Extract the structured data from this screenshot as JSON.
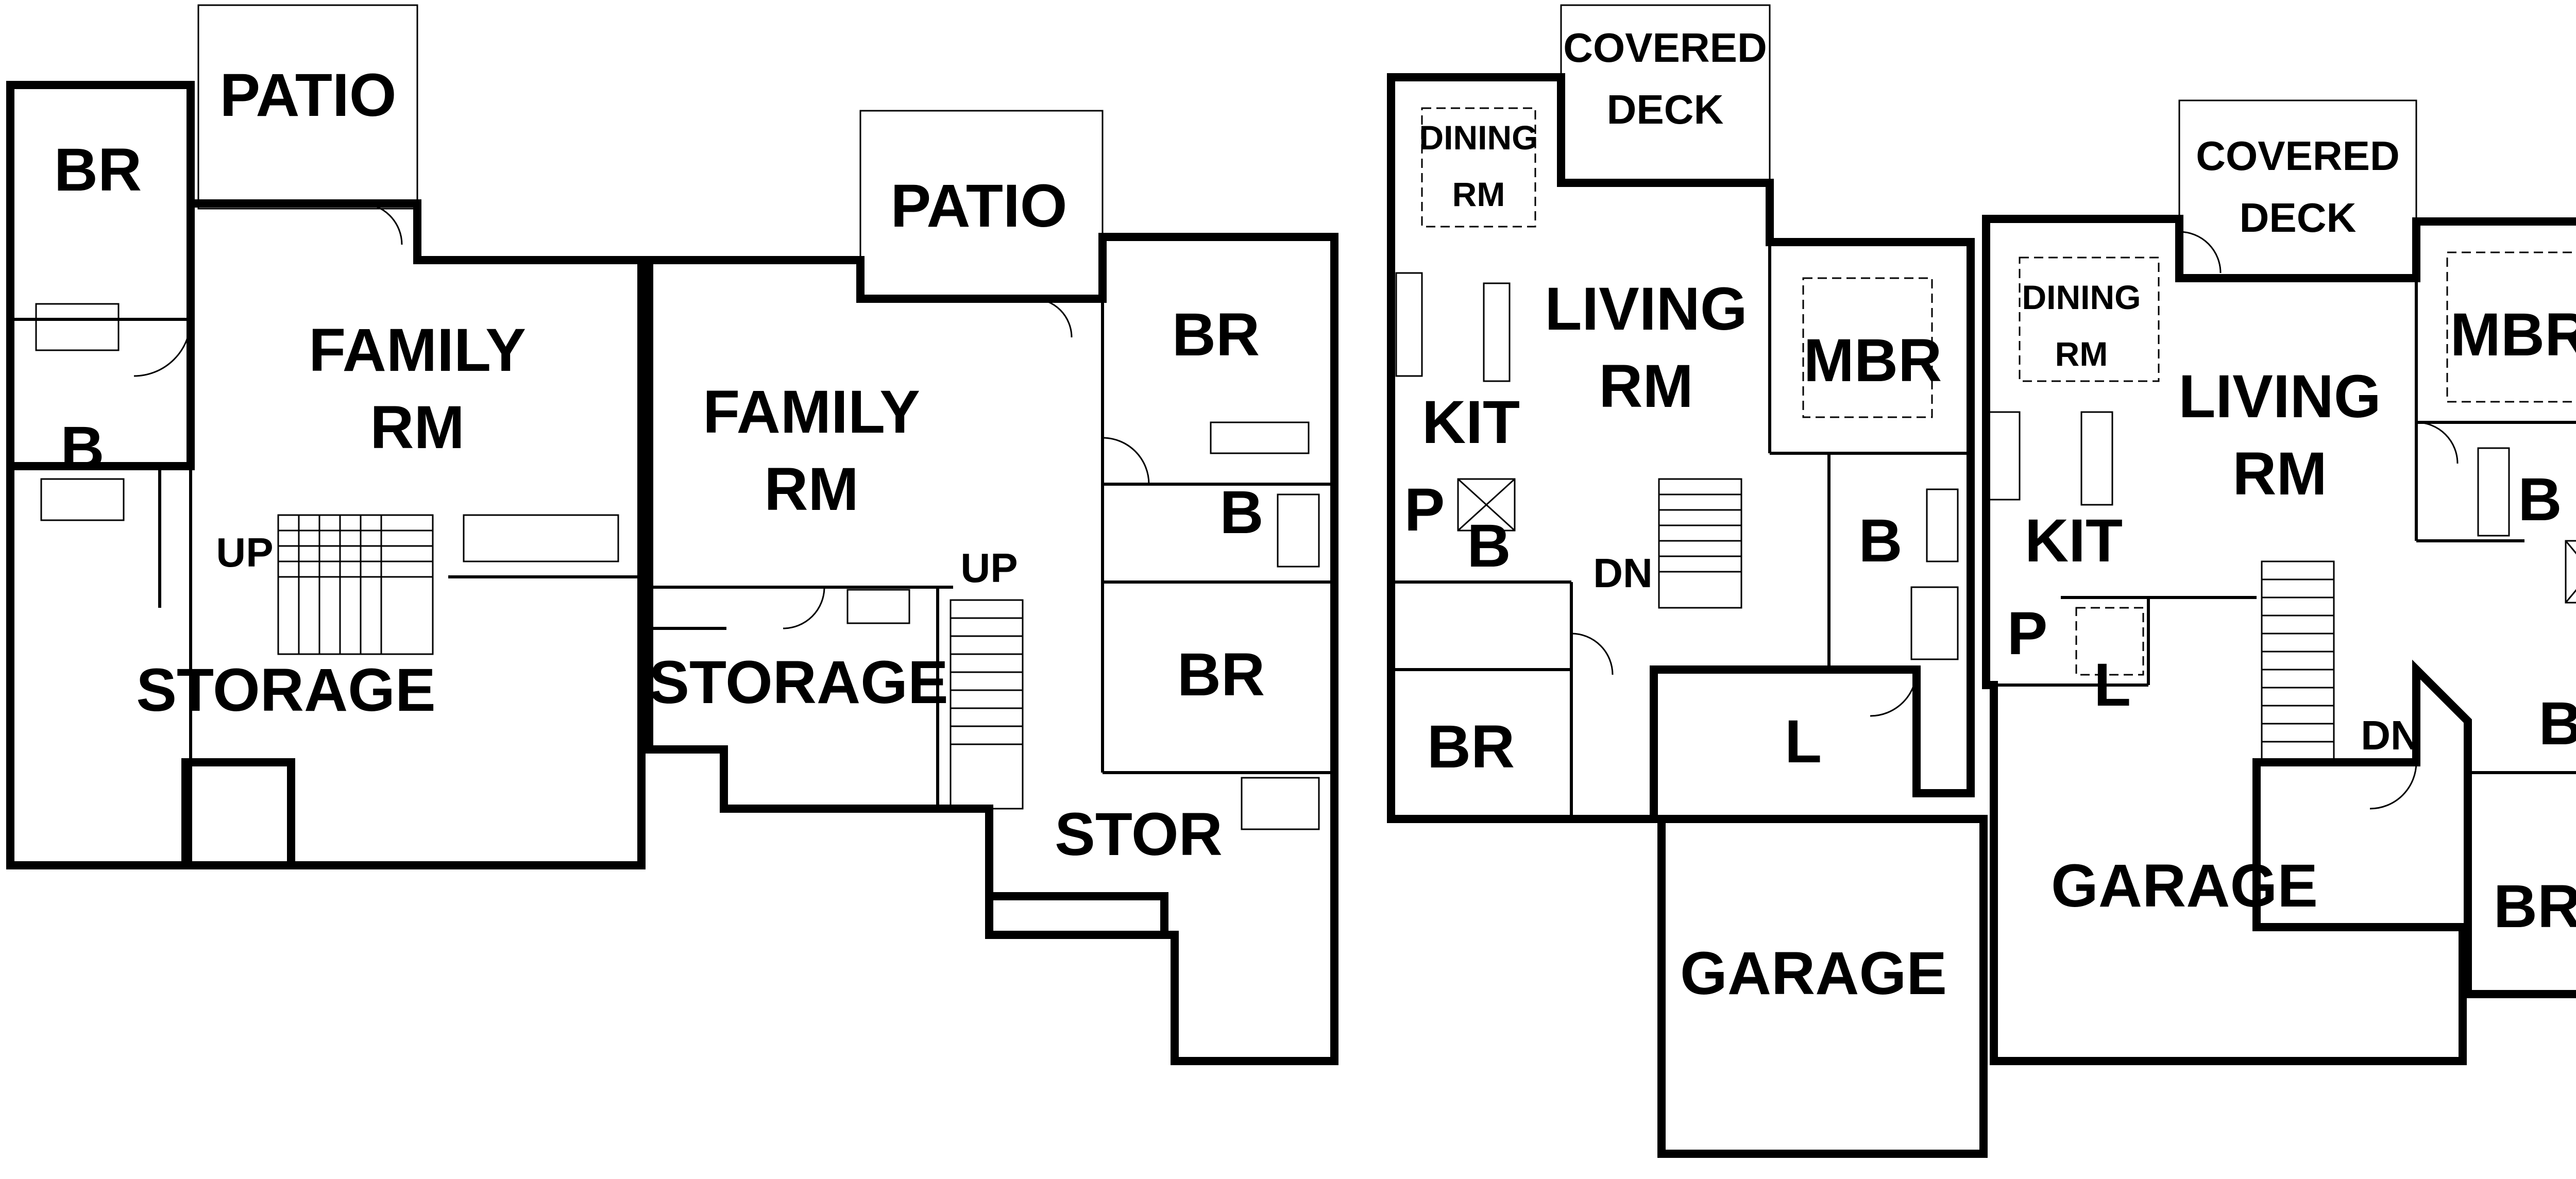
{
  "lower_level_left": {
    "br": "BR",
    "patio": "PATIO",
    "family_rm_line1": "FAMILY",
    "family_rm_line2": "RM",
    "b": "B",
    "up": "UP",
    "storage": "STORAGE"
  },
  "lower_level_right": {
    "patio": "PATIO",
    "family_rm_line1": "FAMILY",
    "family_rm_line2": "RM",
    "br_top": "BR",
    "b": "B",
    "up": "UP",
    "storage": "STORAGE",
    "br_bottom": "BR",
    "stor": "STOR"
  },
  "main_level_left": {
    "covered_deck_line1": "COVERED",
    "covered_deck_line2": "DECK",
    "dining_rm_line1": "DINING",
    "dining_rm_line2": "RM",
    "living_rm_line1": "LIVING",
    "living_rm_line2": "RM",
    "kit": "KIT",
    "mbr": "MBR",
    "p": "P",
    "b_small": "B",
    "dn": "DN",
    "b_master": "B",
    "br": "BR",
    "l": "L",
    "garage": "GARAGE"
  },
  "main_level_right": {
    "covered_deck_line1": "COVERED",
    "covered_deck_line2": "DECK",
    "dining_rm_line1": "DINING",
    "dining_rm_line2": "RM",
    "living_rm_line1": "LIVING",
    "living_rm_line2": "RM",
    "mbr": "MBR",
    "b_master": "B",
    "kit": "KIT",
    "p": "P",
    "l": "L",
    "dn": "DN",
    "b_small": "B",
    "garage": "GARAGE",
    "br": "BR"
  }
}
